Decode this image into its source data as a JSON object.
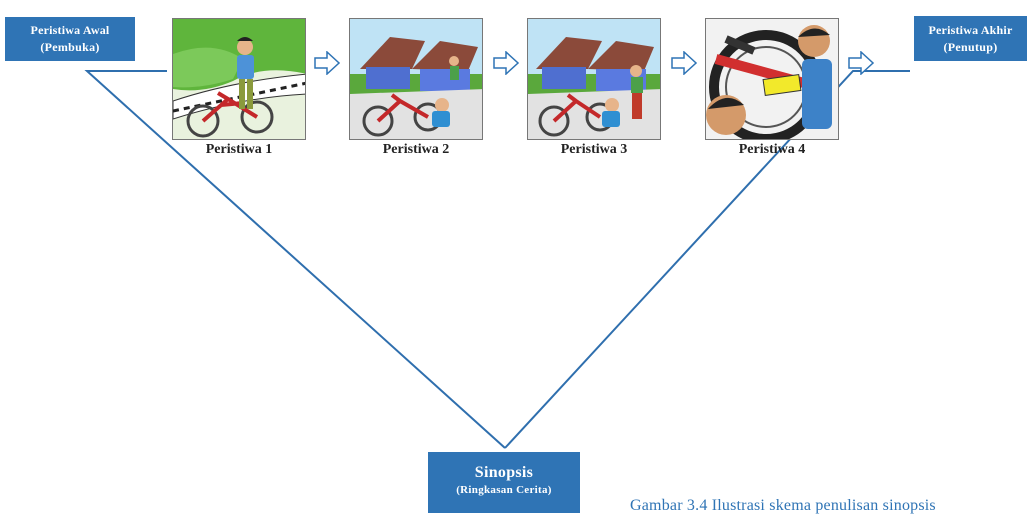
{
  "start_box": {
    "line1": "Peristiwa Awal",
    "line2": "(Pembuka)"
  },
  "end_box": {
    "line1": "Peristiwa Akhir",
    "line2": "(Penutup)"
  },
  "synopsis_box": {
    "line1": "Sinopsis",
    "line2": "(Ringkasan Cerita)"
  },
  "events": [
    {
      "label": "Peristiwa 1"
    },
    {
      "label": "Peristiwa 2"
    },
    {
      "label": "Peristiwa 3"
    },
    {
      "label": "Peristiwa 4"
    }
  ],
  "caption": "Gambar 3.4 Ilustrasi skema penulisan sinopsis",
  "colors": {
    "accent": "#2f74b5",
    "line": "#2f6fae"
  }
}
